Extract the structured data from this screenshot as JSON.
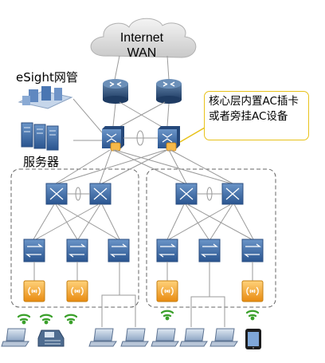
{
  "cloud": {
    "line1": "Internet",
    "line2": "WAN"
  },
  "labels": {
    "management": "eSight网管",
    "server": "服务器",
    "callout": "核心层内置AC插卡或者旁挂AC设备"
  },
  "colors": {
    "device_blue": "#3b6aa3",
    "ap_orange": "#f0a030",
    "callout_border": "#e8c21a",
    "wifi_green": "#3aa02a",
    "link_gray": "#9a9a9a",
    "dash_gray": "#666666"
  }
}
